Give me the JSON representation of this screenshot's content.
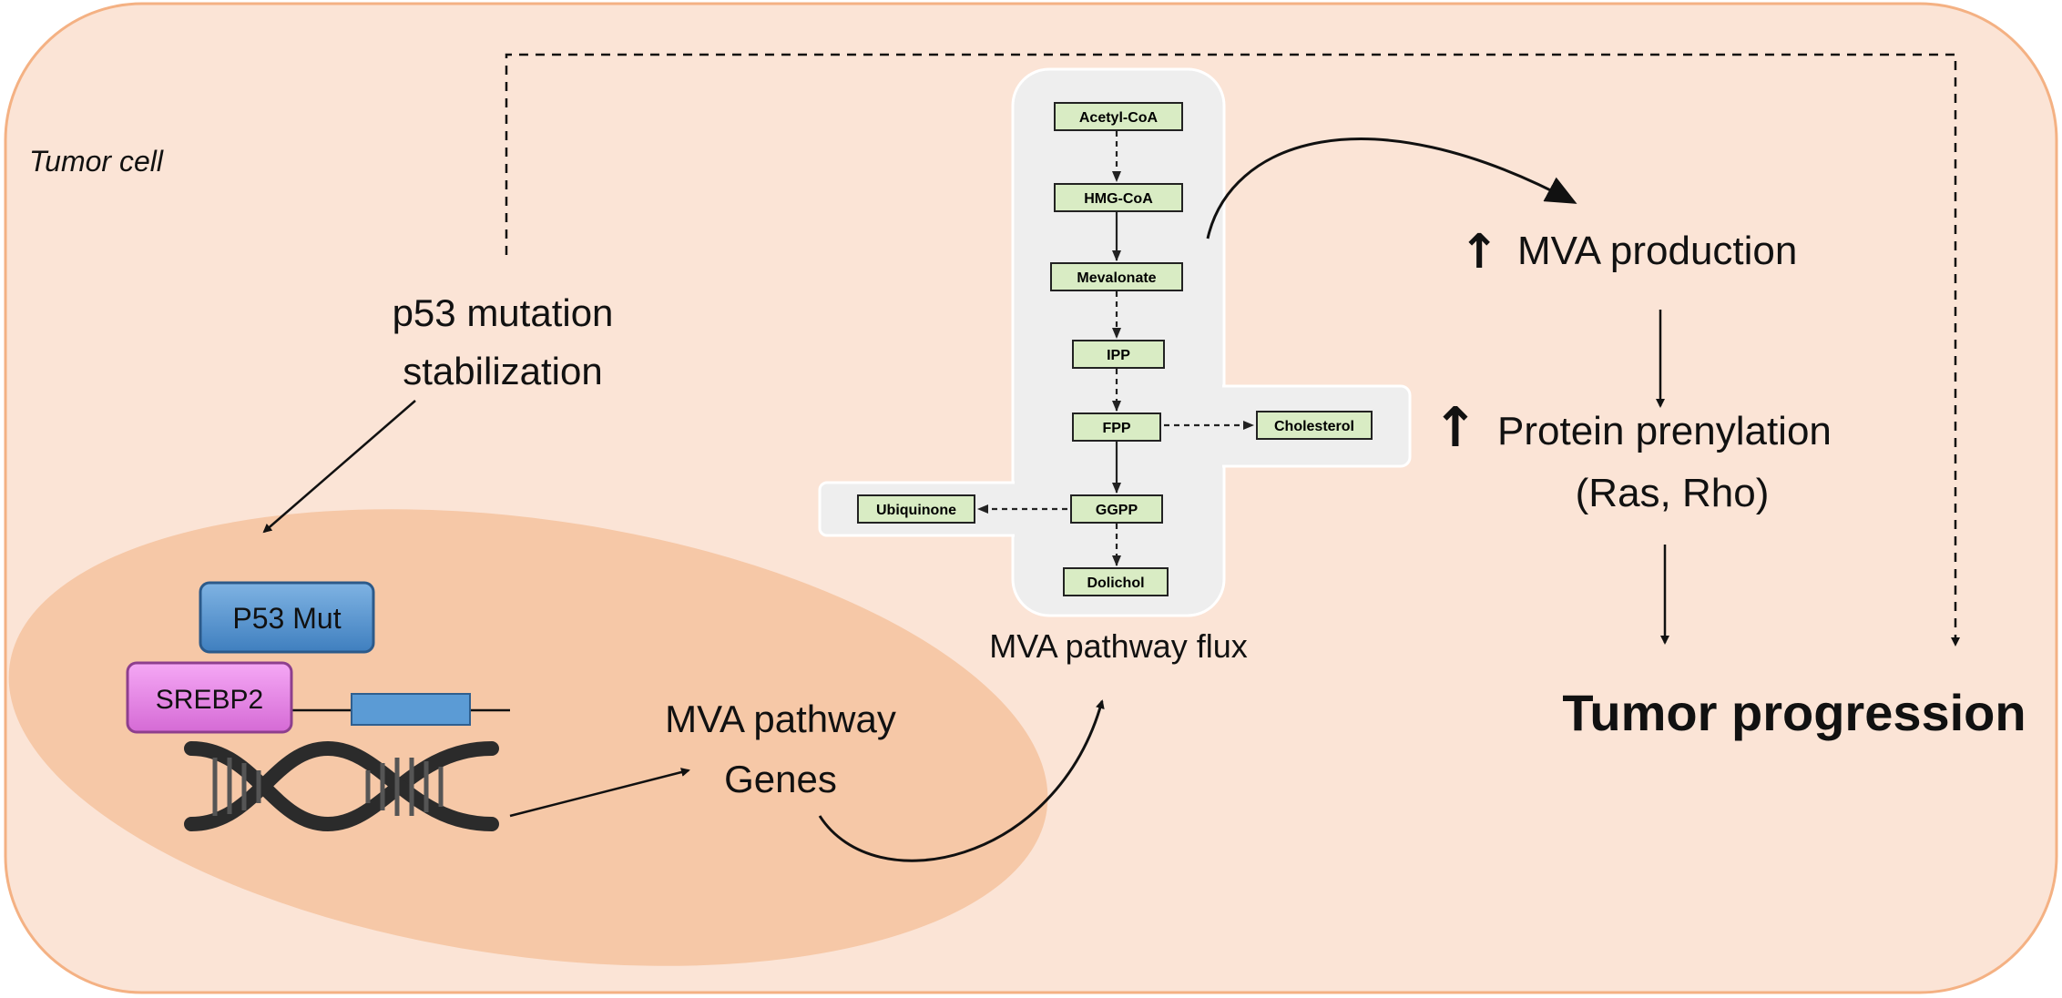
{
  "cell_label": "Tumor cell",
  "p53": {
    "line1": "p53 mutation",
    "line2": "stabilization"
  },
  "nucleus": {
    "p53_box": "P53 Mut",
    "srebp2_box": "SREBP2"
  },
  "genes": {
    "line1": "MVA pathway",
    "line2": "Genes"
  },
  "pathway": {
    "caption": "MVA pathway flux",
    "nodes": {
      "acetyl": "Acetyl-CoA",
      "hmg": "HMG-CoA",
      "mevalonate": "Mevalonate",
      "ipp": "IPP",
      "fpp": "FPP",
      "cholesterol": "Cholesterol",
      "ggpp": "GGPP",
      "ubiquinone": "Ubiquinone",
      "dolichol": "Dolichol"
    }
  },
  "outcomes": {
    "up_arrow": "↑",
    "mva_production": "MVA production",
    "prenylation_line1": "Protein prenylation",
    "prenylation_line2": "(Ras, Rho)",
    "tumor_progression": "Tumor progression"
  },
  "colors": {
    "cell_fill": "#fbe4d6",
    "cell_stroke": "#f4b183",
    "nucleus_fill": "#f6c8a7",
    "panel_fill": "#eeeeee",
    "node_fill": "#d9ecc4",
    "p53_box": "#5b9bd5",
    "srebp2_box": "#ee86ee",
    "gene_box": "#5b9bd5"
  }
}
